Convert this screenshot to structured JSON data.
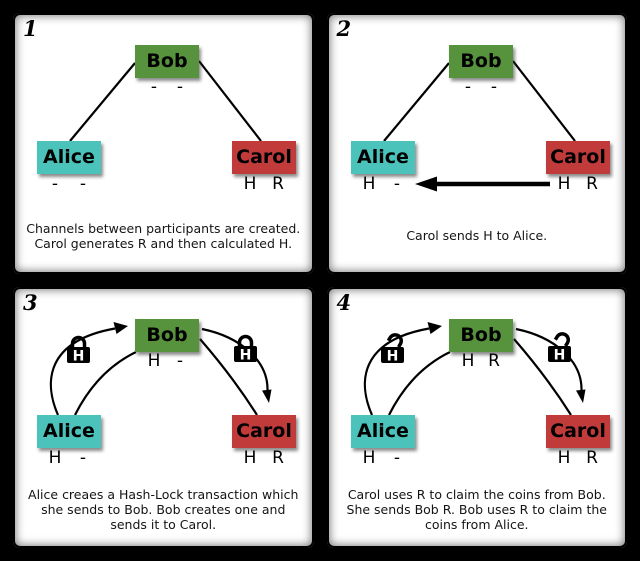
{
  "colors": {
    "background": "#000000",
    "panel_bg": "#ffffff",
    "bob_box": "#57923C",
    "alice_box": "#4BC3BB",
    "carol_box": "#C23B3B",
    "line": "#000000",
    "lock_body": "#000000",
    "lock_letter_color": "#ffffff"
  },
  "actors": {
    "bob": "Bob",
    "alice": "Alice",
    "carol": "Carol"
  },
  "lock_letter": "H",
  "icons": {
    "hash_lock_closed": "closed-padlock-with-H",
    "hash_lock_open": "open-padlock-with-H",
    "arrow": "black-filled-arrowhead"
  },
  "panels": [
    {
      "number": "1",
      "locks": "none",
      "labels": {
        "bob": [
          "-",
          "-"
        ],
        "alice": [
          "-",
          "-"
        ],
        "carol": [
          "H",
          "R"
        ]
      },
      "caption": "Channels between participants are created. Carol generates R and then calculated H."
    },
    {
      "number": "2",
      "locks": "none",
      "labels": {
        "bob": [
          "-",
          "-"
        ],
        "alice": [
          "H",
          "-"
        ],
        "carol": [
          "H",
          "R"
        ]
      },
      "caption": "Carol sends H to Alice."
    },
    {
      "number": "3",
      "locks": "closed",
      "labels": {
        "bob": [
          "H",
          "-"
        ],
        "alice": [
          "H",
          "-"
        ],
        "carol": [
          "H",
          "R"
        ]
      },
      "caption": "Alice creaes a Hash-Lock transaction which she sends to Bob. Bob creates one and sends it to Carol."
    },
    {
      "number": "4",
      "locks": "open",
      "labels": {
        "bob": [
          "H",
          "R"
        ],
        "alice": [
          "H",
          "-"
        ],
        "carol": [
          "H",
          "R"
        ]
      },
      "caption": "Carol uses R to claim the coins from Bob. She sends Bob R. Bob uses R to claim the coins from Alice."
    }
  ]
}
